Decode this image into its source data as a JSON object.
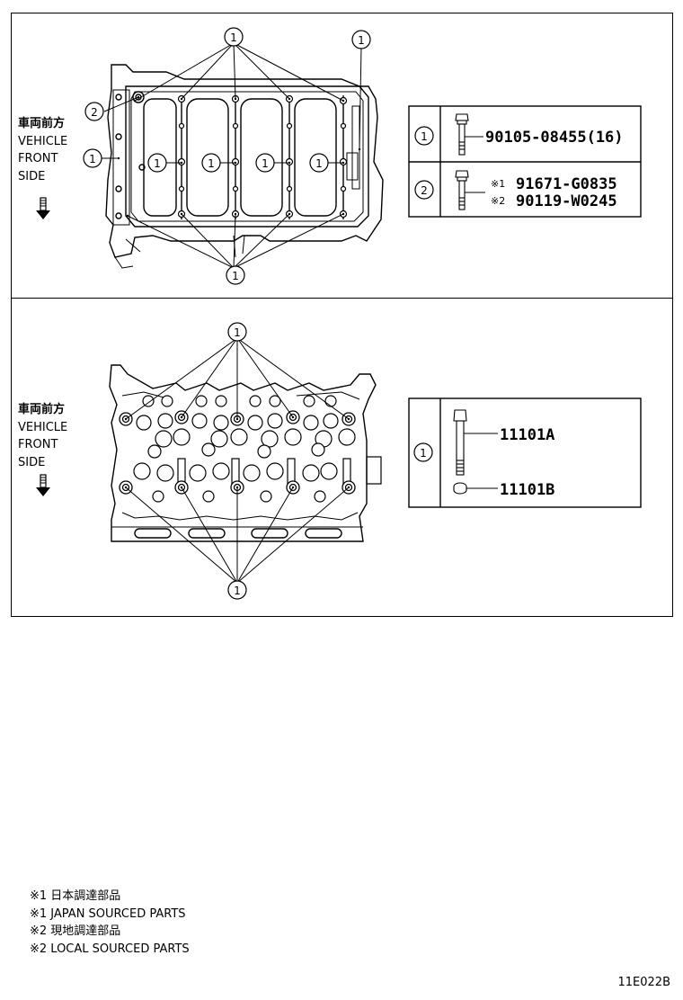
{
  "top_panel": {
    "orientation": {
      "ja": "車両前方",
      "en_1": "VEHICLE",
      "en_2": "FRONT",
      "en_3": "SIDE"
    },
    "parts_table": [
      {
        "ref": "1",
        "part_number": "90105-08455(16)"
      },
      {
        "ref": "2",
        "mark_1": "※1",
        "part_number_1": "91671-G0835",
        "mark_2": "※2",
        "part_number_2": "90119-W0245"
      }
    ],
    "diagram_refs": [
      "1",
      "2"
    ]
  },
  "bottom_panel": {
    "orientation": {
      "ja": "車両前方",
      "en_1": "VEHICLE",
      "en_2": "FRONT",
      "en_3": "SIDE"
    },
    "parts_table": [
      {
        "ref": "1",
        "part_a": "11101A",
        "part_b": "11101B"
      }
    ]
  },
  "footnotes": [
    "※1 日本調達部品",
    "※1 JAPAN SOURCED PARTS",
    "※2 現地調達部品",
    "※2 LOCAL SOURCED PARTS"
  ],
  "document_id": "11E022B"
}
